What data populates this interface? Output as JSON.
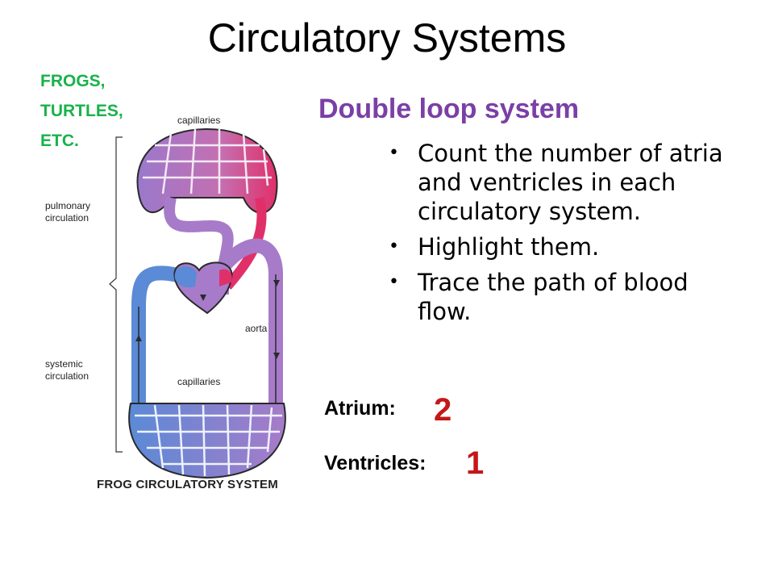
{
  "slide": {
    "title": "Circulatory Systems",
    "animal_label": [
      "FROGS,",
      "TURTLES,",
      "ETC."
    ],
    "subtitle": "Double loop system",
    "bullets": [
      "Count the number of atria and ventricles in each circulatory system.",
      "Highlight them.",
      "Trace the path of blood flow."
    ],
    "atrium_label": "Atrium:",
    "atrium_value": "2",
    "ventricles_label": "Ventricles:",
    "ventricles_value": "1"
  },
  "diagram": {
    "labels": {
      "capillaries_top": "capillaries",
      "pulmonary": [
        "pulmonary",
        "circulation"
      ],
      "aorta": "aorta",
      "systemic": [
        "systemic",
        "circulation"
      ],
      "capillaries_bottom": "capillaries"
    },
    "caption": "FROG CIRCULATORY SYSTEM",
    "colors": {
      "oxygenated": "#e0306a",
      "mixed": "#a77bc9",
      "deoxygenated": "#5b8ad6",
      "outline": "#2a2a2a"
    }
  }
}
